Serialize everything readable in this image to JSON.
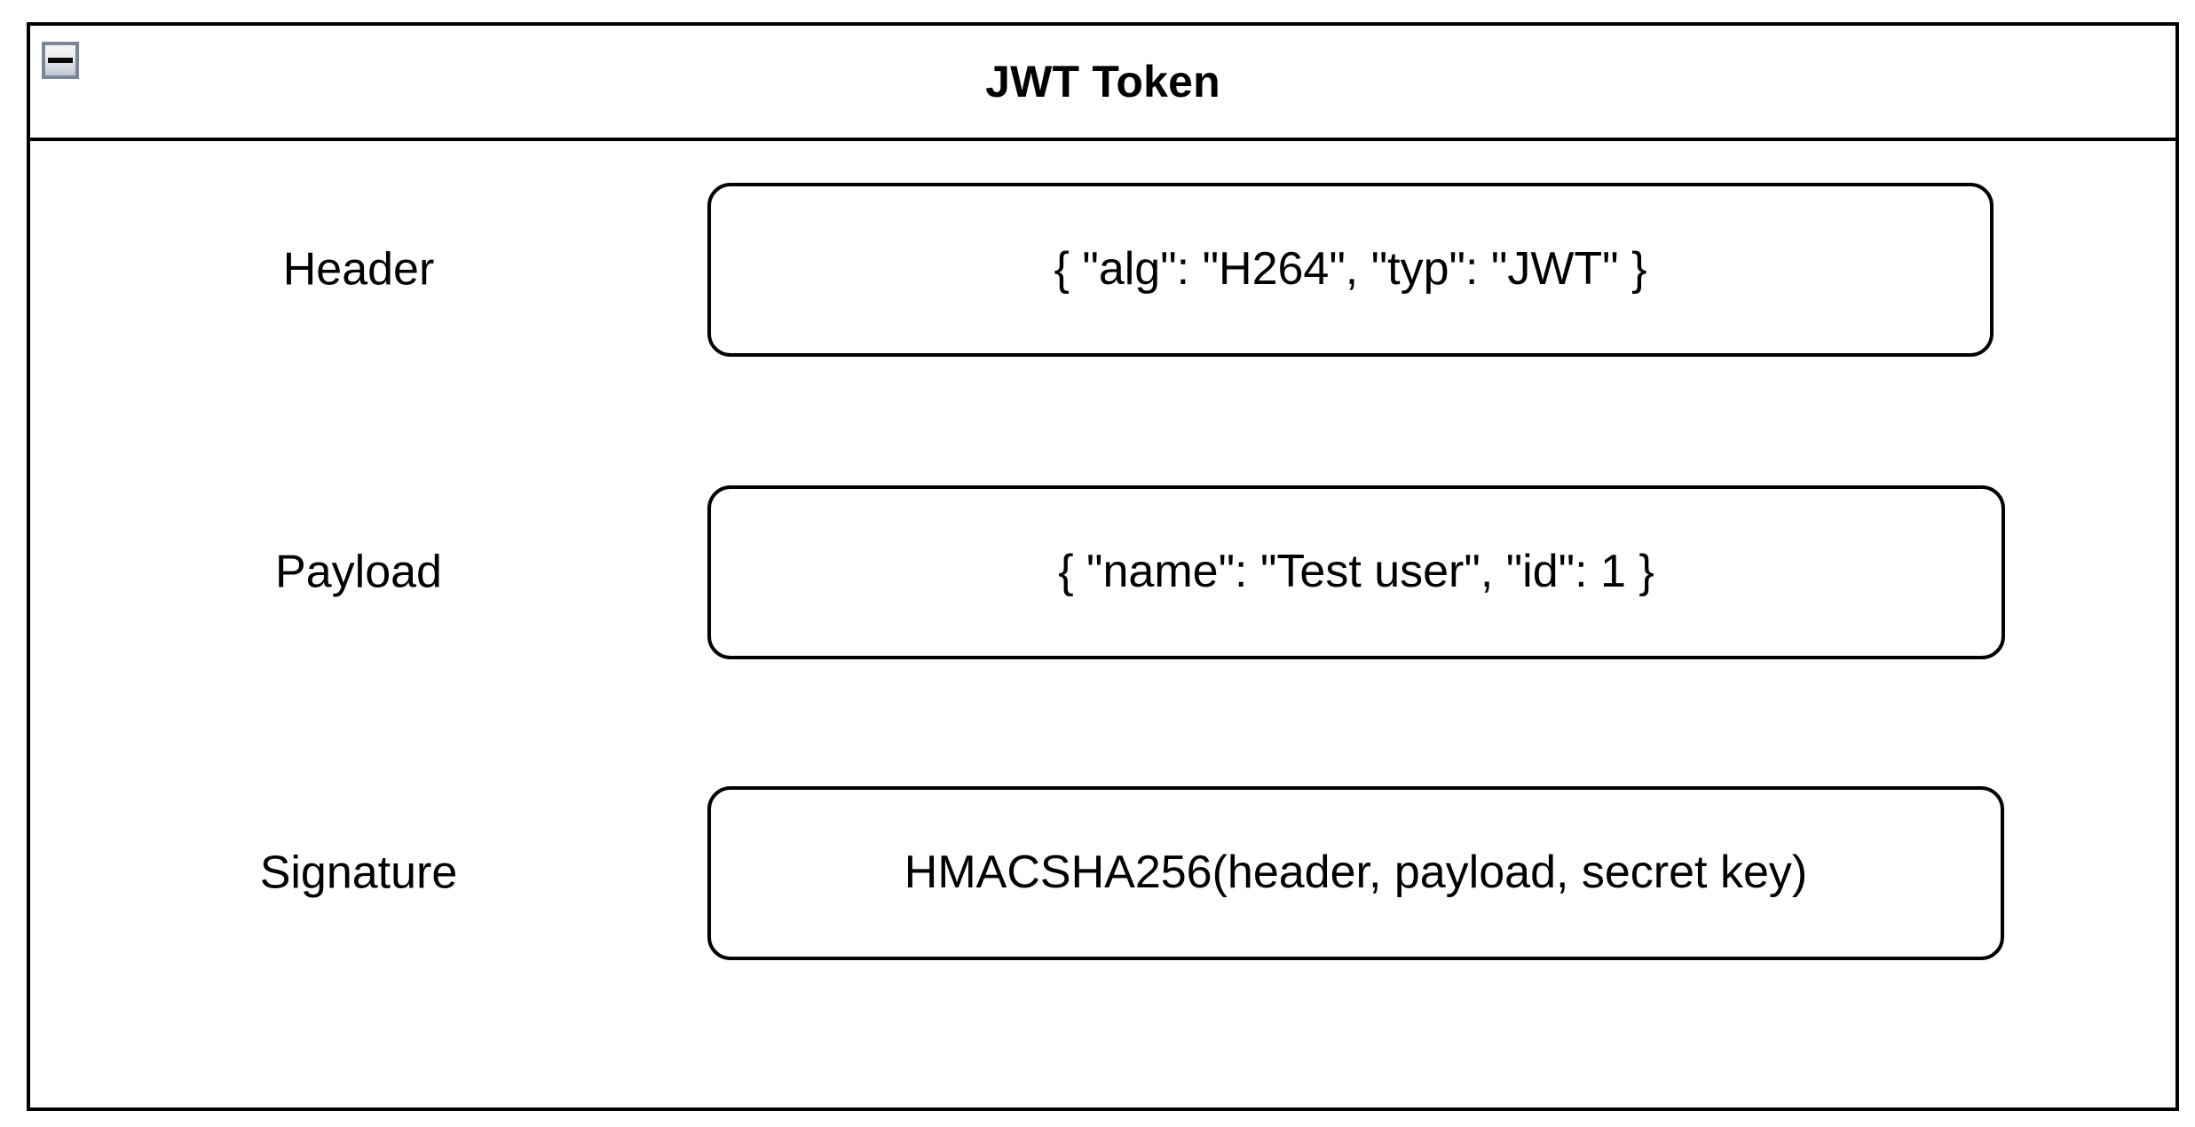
{
  "diagram": {
    "title": "JWT Token",
    "collapse_button": {
      "icon": "minus-icon",
      "state": "expanded"
    },
    "rows": [
      {
        "label": "Header",
        "value": "{ \"alg\": \"H264\", \"typ\": \"JWT\" }"
      },
      {
        "label": "Payload",
        "value": "{ \"name\": \"Test user\", \"id\": 1 }"
      },
      {
        "label": "Signature",
        "value": "HMACSHA256(header, payload, secret key)"
      }
    ]
  },
  "colors": {
    "outline": "#000000",
    "background": "#ffffff",
    "button_border": "#7b8699",
    "button_fill_top": "#f4f4f5",
    "button_fill_bottom": "#bfc4ce",
    "text": "#000000"
  }
}
